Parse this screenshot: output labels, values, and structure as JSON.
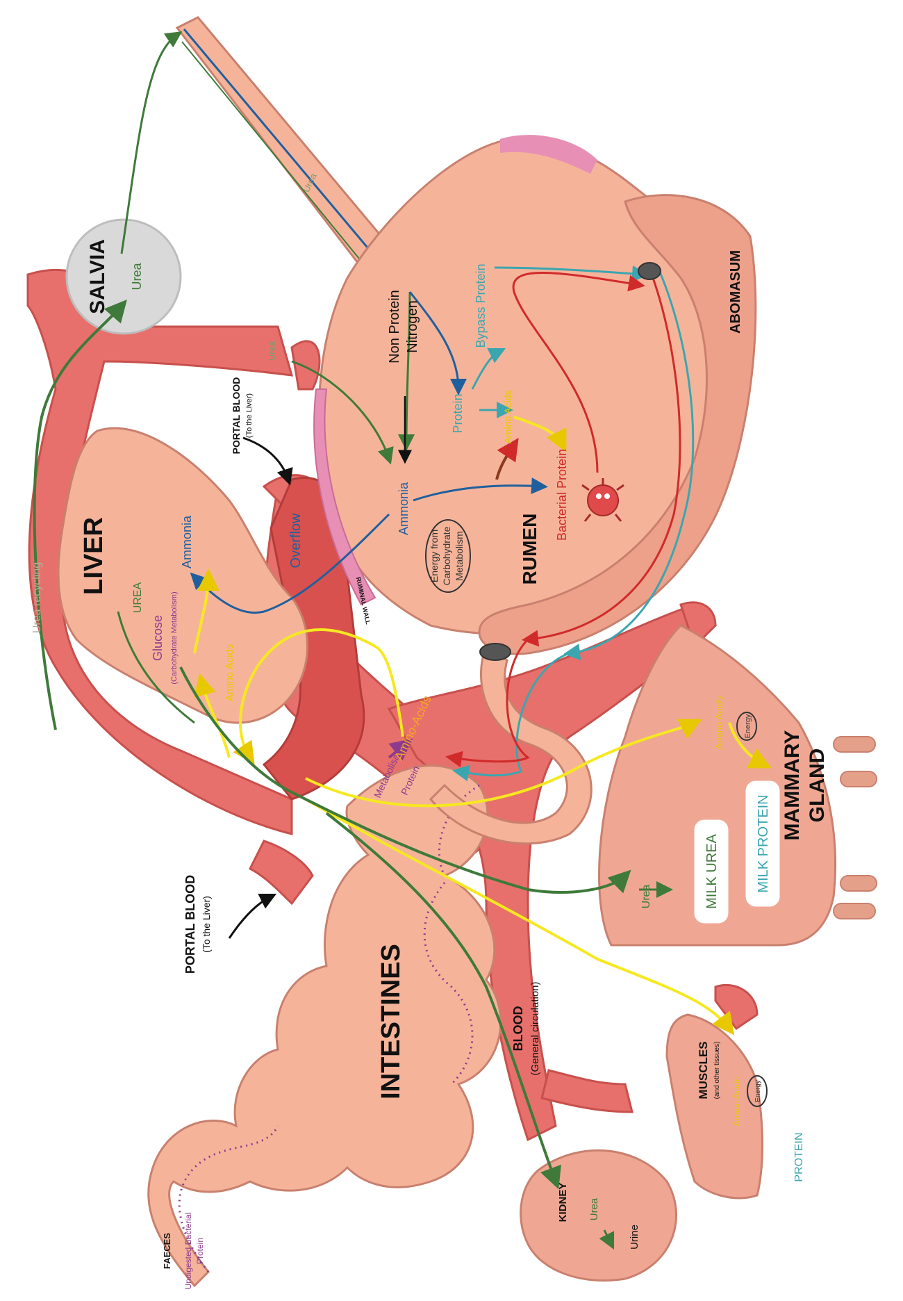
{
  "organs": {
    "salvia": {
      "title": "SALVIA",
      "urea": "Urea"
    },
    "liver": {
      "title": "LIVER",
      "urea": "UREA",
      "ammonia": "Ammonia",
      "glucose": "Glucose",
      "glucose_note": "(Carbohydrate Metabolism)",
      "amino_acids": "Amino Acids"
    },
    "rumen": {
      "title": "RUMEN",
      "non_protein_nitrogen": "Non Protein Nitrogen",
      "protein": "Protein",
      "bypass_protein": "Bypass Protein",
      "amino_acids": "Amino Acids",
      "ammonia": "Ammonia",
      "bacterial_protein": "Bacterial Protein",
      "energy": "Energy from Carbohydrate Metabolism",
      "ruminal_wall": "RUMINAL WALL",
      "overflow": "Overflow"
    },
    "abomasum": {
      "title": "ABOMASUM"
    },
    "intestines": {
      "title": "INTESTINES",
      "metabolisable_protein": "Metabolisable Protein",
      "amino_acids": "Amino-Acids"
    },
    "mammary": {
      "title": "MAMMARY GLAND",
      "amino_acids": "Amino Acids",
      "energy": "Energy",
      "milk_urea": "MILK UREA",
      "milk_protein": "MILK PROTEIN",
      "urea": "Urea"
    },
    "muscles": {
      "title": "MUSCLES",
      "note": "(and other tissues)",
      "amino_acids": "Amino Acids",
      "energy": "Energy",
      "protein": "PROTEIN"
    },
    "kidney": {
      "title": "KIDNEY",
      "urea": "Urea",
      "urine": "Urine"
    }
  },
  "labels": {
    "portal_blood_top": "PORTAL BLOOD",
    "portal_blood_top_note": "(To the Liver)",
    "portal_blood_bottom": "PORTAL BLOOD",
    "portal_blood_bottom_note": "(To the Liver)",
    "blood": "BLOOD",
    "blood_note": "(General circulation)",
    "urea_recycling": "Urea recycling",
    "esophagus_urea": "Urea",
    "vessel_urea": "Urea",
    "faeces": "FAECES",
    "faeces_note": "Undigested Bacterial Protein"
  },
  "colors": {
    "vessel": "#e8706c",
    "organ": "#f5b49a",
    "urea_path": "#3f7a3a",
    "ammonia_path": "#1f5f9e",
    "protein_path": "#3aa6b0",
    "bacterial_path": "#d02a2a",
    "amino_path": "#f6e820",
    "metabolisable": "#8e3a8e",
    "salvia": "#d9d9d9"
  }
}
